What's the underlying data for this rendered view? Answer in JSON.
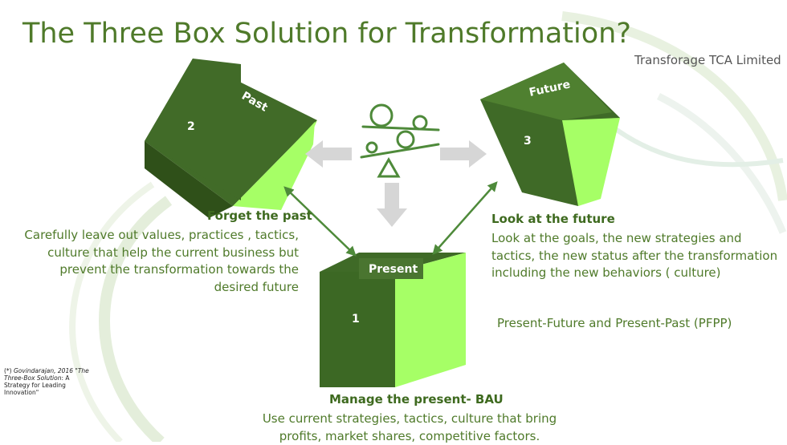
{
  "title": "The Three Box Solution for Transformation?",
  "company": "Transforage TCA Limited",
  "boxes": {
    "past": {
      "label": "Past",
      "number": "2"
    },
    "future": {
      "label": "Future",
      "number": "3"
    },
    "present": {
      "label": "Present",
      "number": "1"
    }
  },
  "captions": {
    "past": {
      "heading": "Forget the past",
      "body": "Carefully leave out values, practices , tactics, culture that help the current business but prevent the  transformation towards the desired future"
    },
    "future": {
      "heading": "Look at the future",
      "body": "Look at the goals, the new strategies and tactics, the new status after the transformation including the new behaviors ( culture)"
    },
    "present": {
      "heading": "Manage the present- BAU",
      "body": "Use current strategies, tactics, culture that bring profits, market shares, competitive factors."
    }
  },
  "pfpp": "Present-Future and Present-Past (PFPP)",
  "footnote": {
    "prefix": "(*) ",
    "citation": "Govindarajan, 2016 \"The Three-Box Solution",
    "suffix": ": A Strategy for Leading Innovation\""
  },
  "colors": {
    "title": "#4f7a2a",
    "box_dark": "#4a7530",
    "box_side": "#a6ff66",
    "gray_arrow": "#d6d6d6",
    "green_arrow": "#4e8a3a"
  },
  "icons": [
    "balance-scale-icon"
  ]
}
